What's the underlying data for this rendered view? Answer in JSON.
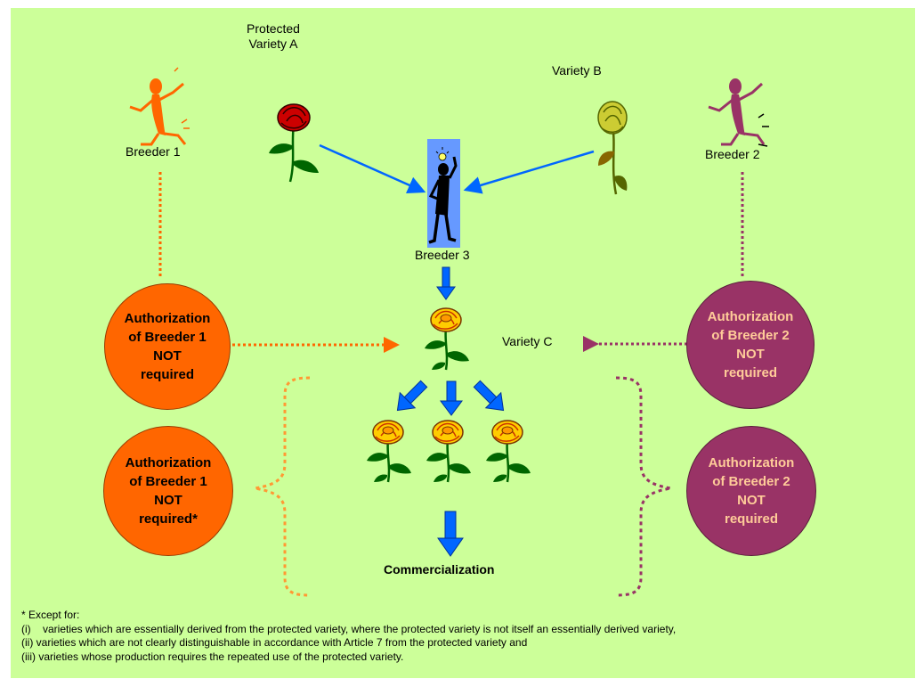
{
  "labels": {
    "protected_variety_a": [
      "Protected",
      "Variety A"
    ],
    "variety_b": "Variety B",
    "breeder_1": "Breeder 1",
    "breeder_2": "Breeder 2",
    "breeder_3": "Breeder 3",
    "variety_c": "Variety C",
    "commercialization": "Commercialization"
  },
  "circles": {
    "left_top": [
      "Authorization",
      "of Breeder 1",
      "NOT",
      "required"
    ],
    "right_top": [
      "Authorization",
      "of Breeder 2",
      "NOT",
      "required"
    ],
    "left_bottom": [
      "Authorization",
      "of Breeder 1",
      "NOT",
      "required*"
    ],
    "right_bottom": [
      "Authorization",
      "of Breeder 2",
      "NOT",
      "required"
    ]
  },
  "footnote": {
    "heading": "* Except for:",
    "items": [
      "(i)    varieties which are essentially derived from the protected variety, where the protected variety is not itself an essentially derived variety,",
      "(ii) varieties which are not clearly distinguishable in accordance with Article 7 from the protected variety and",
      "(iii) varieties whose production requires the repeated use of the protected variety."
    ]
  },
  "colors": {
    "background": "#ccff99",
    "breeder_1": "#ff6600",
    "breeder_2": "#993366",
    "breeder_2_text": "#ffcc99",
    "arrow": "#0066ff",
    "highlight": "#6699ff"
  },
  "icons": [
    "dancing-figure-icon",
    "rose-icon",
    "thinking-person-icon"
  ]
}
